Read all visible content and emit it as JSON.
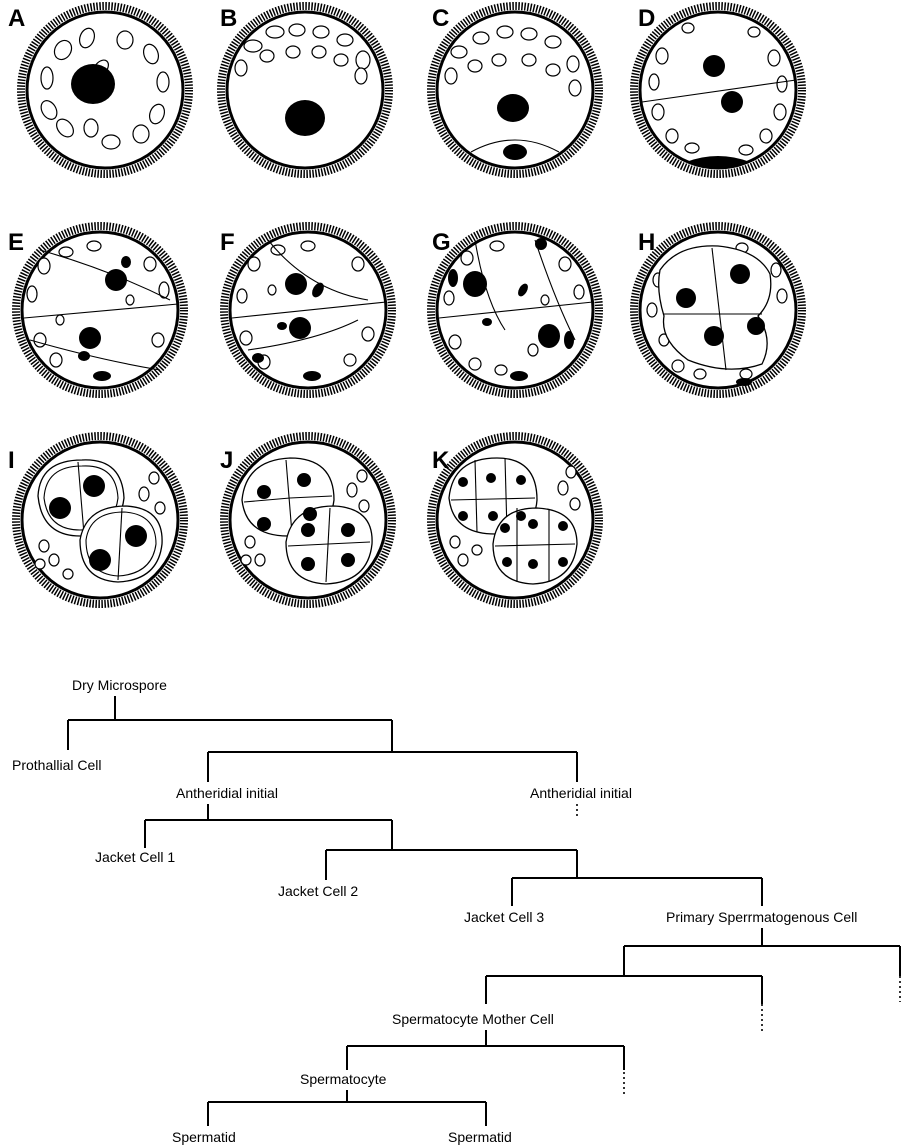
{
  "panels": [
    {
      "label": "A"
    },
    {
      "label": "B"
    },
    {
      "label": "C"
    },
    {
      "label": "D"
    },
    {
      "label": "E"
    },
    {
      "label": "F"
    },
    {
      "label": "G"
    },
    {
      "label": "H"
    },
    {
      "label": "I"
    },
    {
      "label": "J"
    },
    {
      "label": "K"
    }
  ],
  "lineage": {
    "nodes": [
      {
        "id": "dry_microspore",
        "text": "Dry Microspore"
      },
      {
        "id": "prothallial_cell",
        "text": "Prothallial Cell"
      },
      {
        "id": "antheridial_initial_1",
        "text": "Antheridial initial"
      },
      {
        "id": "antheridial_initial_2",
        "text": "Antheridial initial"
      },
      {
        "id": "jacket_cell_1",
        "text": "Jacket Cell 1"
      },
      {
        "id": "jacket_cell_2",
        "text": "Jacket Cell 2"
      },
      {
        "id": "jacket_cell_3",
        "text": "Jacket Cell 3"
      },
      {
        "id": "primary_spermatogenous_cell",
        "text": "Primary Sperrmatogenous Cell"
      },
      {
        "id": "spermatocyte_mother_cell",
        "text": "Spermatocyte Mother Cell"
      },
      {
        "id": "spermatocyte",
        "text": "Spermatocyte"
      },
      {
        "id": "spermatid_1",
        "text": "Spermatid"
      },
      {
        "id": "spermatid_2",
        "text": "Spermatid"
      }
    ]
  }
}
